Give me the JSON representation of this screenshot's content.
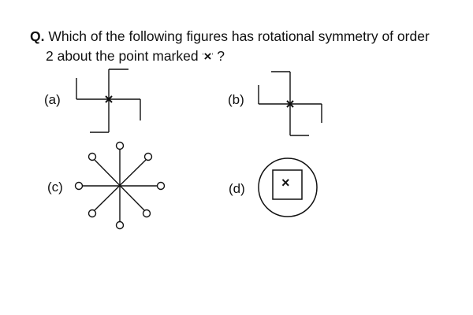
{
  "question": {
    "label": "Q.",
    "text_line1": "Which of the following figures has rotational symmetry of order",
    "text_line2": "2 about the point marked",
    "quote_open": "‘",
    "mark": "×",
    "quote_close": "’",
    "end": " ?"
  },
  "options": [
    {
      "label": "(a)"
    },
    {
      "label": "(b)"
    },
    {
      "label": "(c)"
    },
    {
      "label": "(d)",
      "inner_mark": "×"
    }
  ]
}
